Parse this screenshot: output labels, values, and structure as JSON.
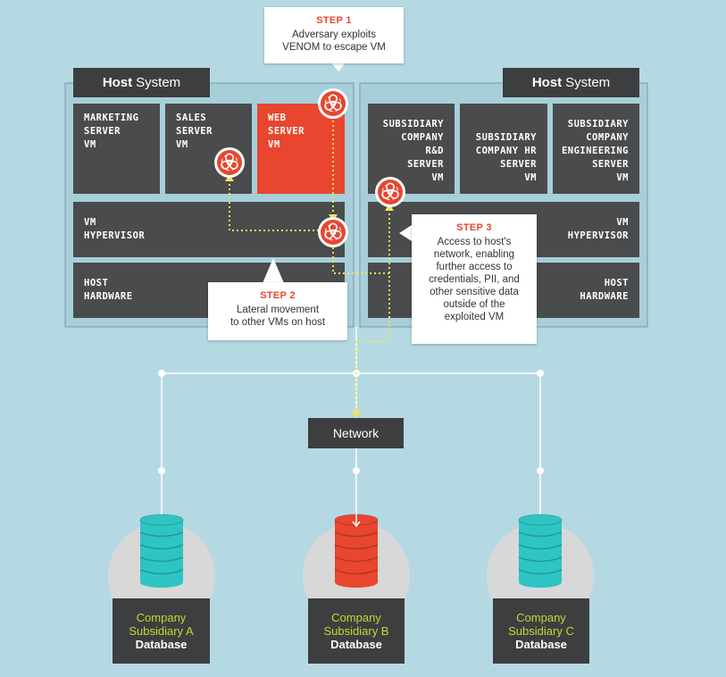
{
  "host_left": {
    "bold": "Host",
    "rest": "System"
  },
  "host_right": {
    "bold": "Host",
    "rest": "System"
  },
  "left_vms": [
    {
      "label": "MARKETING\nSERVER\nVM"
    },
    {
      "label": "SALES\nSERVER\nVM"
    },
    {
      "label": "WEB\nSERVER\nVM"
    }
  ],
  "right_vms": [
    {
      "label": "SUBSIDIARY\nCOMPANY R&D\nSERVER\nVM"
    },
    {
      "label": "SUBSIDIARY\nCOMPANY HR\nSERVER\nVM"
    },
    {
      "label": "SUBSIDIARY\nCOMPANY\nENGINEERING\nSERVER\nVM"
    }
  ],
  "left_hypervisor": "VM\nHYPERVISOR",
  "right_hypervisor": "VM\nHYPERVISOR",
  "left_hardware": "HOST\nHARDWARE",
  "right_hardware": "HOST\nHARDWARE",
  "steps": [
    {
      "title": "STEP 1",
      "text": "Adversary exploits\nVENOM to escape VM"
    },
    {
      "title": "STEP 2",
      "text": "Lateral movement\nto other VMs on host"
    },
    {
      "title": "STEP 3",
      "text": "Access to host's\nnetwork, enabling\nfurther access to\ncredentials, PII, and\nother sensitive data\noutside of the\nexploited VM"
    }
  ],
  "network_label": "Network",
  "databases": [
    {
      "line1": "Company",
      "line2": "Subsidiary A",
      "line3": "Database",
      "color": "#2ec4c4"
    },
    {
      "line1": "Company",
      "line2": "Subsidiary B",
      "line3": "Database",
      "color": "#e8462e"
    },
    {
      "line1": "Company",
      "line2": "Subsidiary C",
      "line3": "Database",
      "color": "#2ec4c4"
    }
  ],
  "colors": {
    "background": "#b5d9e3",
    "panel": "#a6cfda",
    "box": "#4a4b4d",
    "accent_red": "#e8462e",
    "teal": "#2ec4c4",
    "path_yellow": "#f2e35a",
    "label_green": "#c7d631"
  },
  "icons": [
    "biohazard-icon",
    "database-icon",
    "arrow-down-icon"
  ]
}
